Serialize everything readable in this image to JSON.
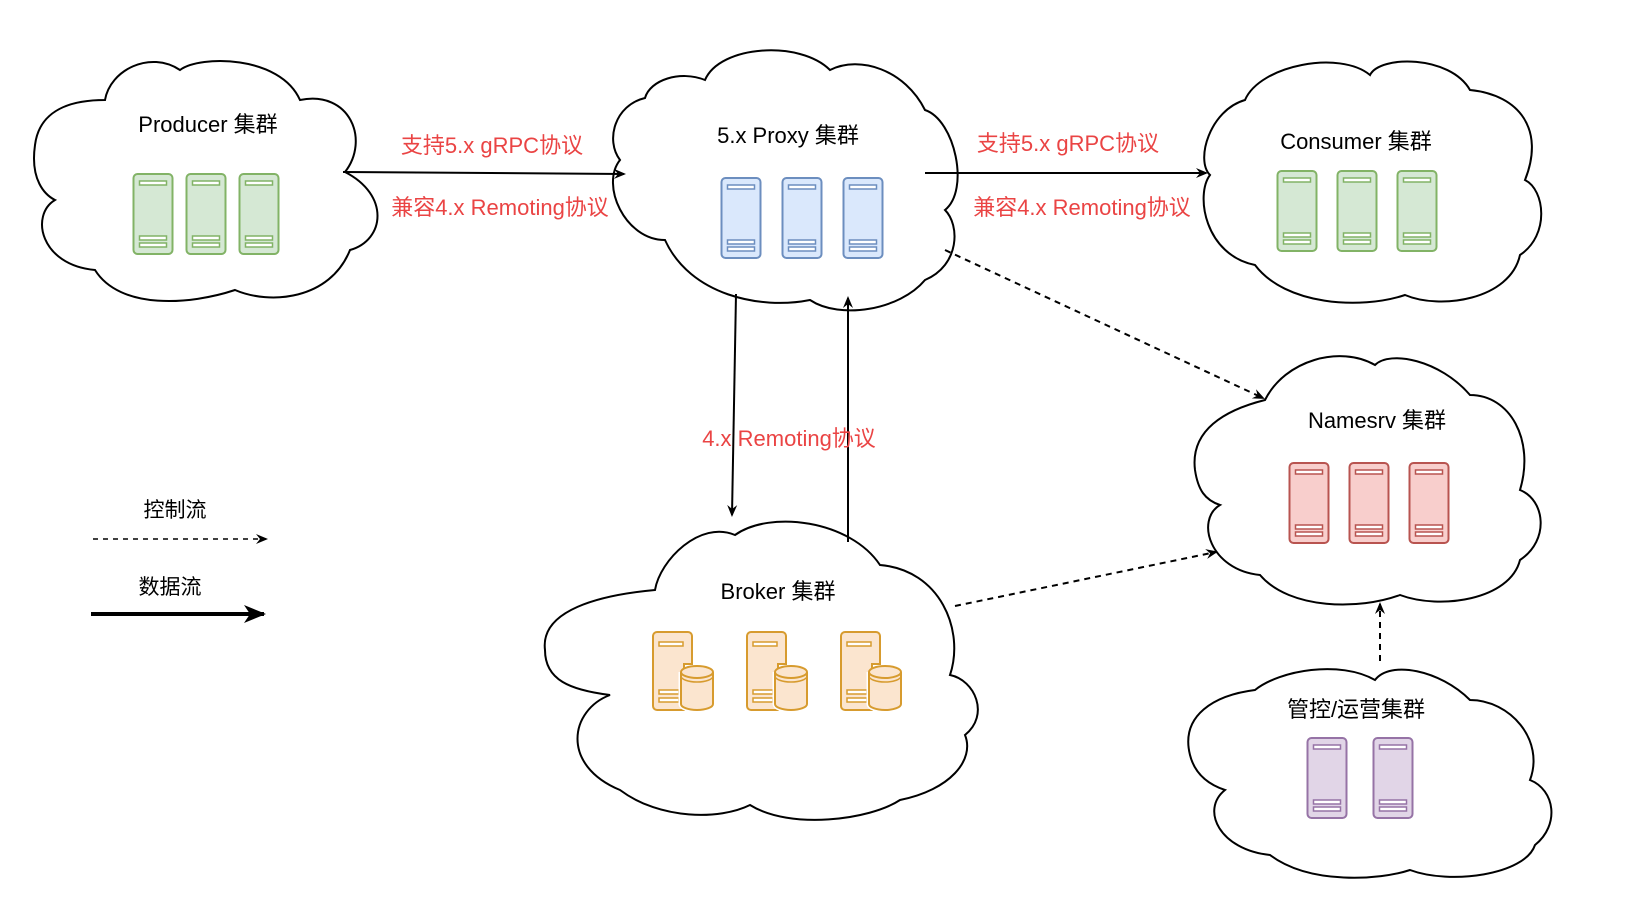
{
  "colors": {
    "edge_label": "#ea4444",
    "green": {
      "fill": "#d5e8d4",
      "stroke": "#82b366"
    },
    "blue": {
      "fill": "#dae8fc",
      "stroke": "#6c8ebf"
    },
    "red": {
      "fill": "#f8cecc",
      "stroke": "#b85450"
    },
    "orange": {
      "fill": "#fbe5cf",
      "stroke": "#d79b2e"
    },
    "purple": {
      "fill": "#e1d5e7",
      "stroke": "#9673a6"
    }
  },
  "clusters": {
    "producer": {
      "title": "Producer 集群",
      "server_type": "server-icon",
      "color": "green",
      "count": 3
    },
    "proxy": {
      "title": "5.x Proxy 集群",
      "server_type": "server-icon",
      "color": "blue",
      "count": 3
    },
    "consumer": {
      "title": "Consumer 集群",
      "server_type": "server-icon",
      "color": "green",
      "count": 3
    },
    "namesrv": {
      "title": "Namesrv 集群",
      "server_type": "server-icon",
      "color": "red",
      "count": 3
    },
    "broker": {
      "title": "Broker 集群",
      "server_type": "database-server-icon",
      "color": "orange",
      "count": 3
    },
    "ops": {
      "title": "管控/运营集群",
      "server_type": "server-icon",
      "color": "purple",
      "count": 2
    }
  },
  "edges": {
    "producer_to_proxy": {
      "label_top": "支持5.x gRPC协议",
      "label_bottom": "兼容4.x Remoting协议",
      "style": "data-flow"
    },
    "proxy_to_consumer": {
      "label_top": "支持5.x gRPC协议",
      "label_bottom": "兼容4.x Remoting协议",
      "style": "data-flow"
    },
    "proxy_broker": {
      "label": "4.x Remoting协议",
      "style": "data-flow"
    },
    "proxy_to_namesrv": {
      "style": "control-flow"
    },
    "broker_to_namesrv": {
      "style": "control-flow"
    },
    "ops_to_namesrv": {
      "style": "control-flow"
    }
  },
  "legend": {
    "control_flow": "控制流",
    "data_flow": "数据流"
  }
}
